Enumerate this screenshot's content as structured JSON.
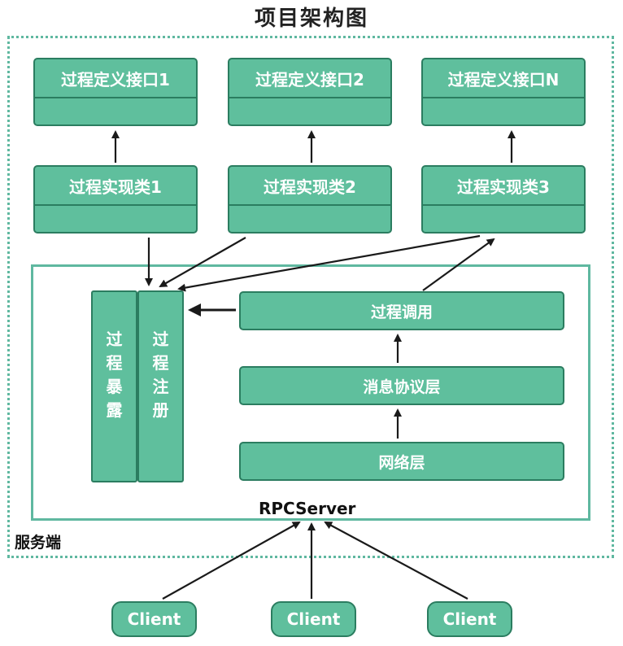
{
  "title": "项目架构图",
  "service_label": "服务端",
  "rpc_label": "RPCServer",
  "interfaces": [
    "过程定义接口1",
    "过程定义接口2",
    "过程定义接口N"
  ],
  "implementations": [
    "过程实现类1",
    "过程实现类2",
    "过程实现类3"
  ],
  "expose": [
    "过",
    "程",
    "暴",
    "露"
  ],
  "register": [
    "过",
    "程",
    "注",
    "册"
  ],
  "layers": {
    "invoke": "过程调用",
    "protocol": "消息协议层",
    "network": "网络层"
  },
  "clients": [
    "Client",
    "Client",
    "Client"
  ],
  "colors": {
    "box_fill": "#5fbf9d",
    "box_border": "#2b7d60",
    "frame": "#5fb8a0",
    "arrow": "#1a1a1a"
  }
}
